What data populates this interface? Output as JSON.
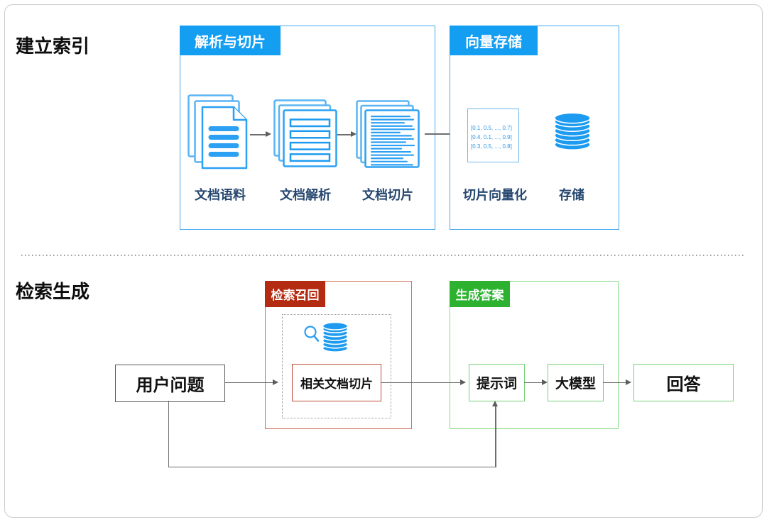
{
  "indexing": {
    "heading": "建立索引",
    "parse_slice": {
      "header": "解析与切片",
      "steps": [
        {
          "label": "文档语料",
          "icon": "document-corpus-icon"
        },
        {
          "label": "文档解析",
          "icon": "document-parse-icon"
        },
        {
          "label": "文档切片",
          "icon": "document-slice-icon"
        }
      ]
    },
    "vector_store": {
      "header": "向量存储",
      "vector_lines": [
        "[0.1, 0.5, ..., 0.7]",
        "[0.4, 0.1, ..., 0.9]",
        "[0.3, 0.5, ..., 0.8]"
      ],
      "vectorize_label": "切片向量化",
      "store_label": "存储",
      "store_icon": "database-icon"
    }
  },
  "retrieval": {
    "heading": "检索生成",
    "user_question_label": "用户问题",
    "recall": {
      "header": "检索召回",
      "icons": [
        "search-icon",
        "database-icon"
      ],
      "chunk_label": "相关文档切片"
    },
    "generation": {
      "header": "生成答案",
      "prompt_label": "提示词",
      "model_label": "大模型"
    },
    "answer_label": "回答"
  },
  "colors": {
    "accent_blue": "#149EF2",
    "box_border_blue": "#45A8EE",
    "icon_blue": "#2CA0F2",
    "database_blue": "#1C9BF0",
    "header_red": "#B32B10",
    "box_border_red": "#D0705F",
    "header_green": "#2DB230",
    "box_border_green": "#74D178",
    "label_navy": "#26476F",
    "arrow_gray": "#6e6e6e"
  }
}
